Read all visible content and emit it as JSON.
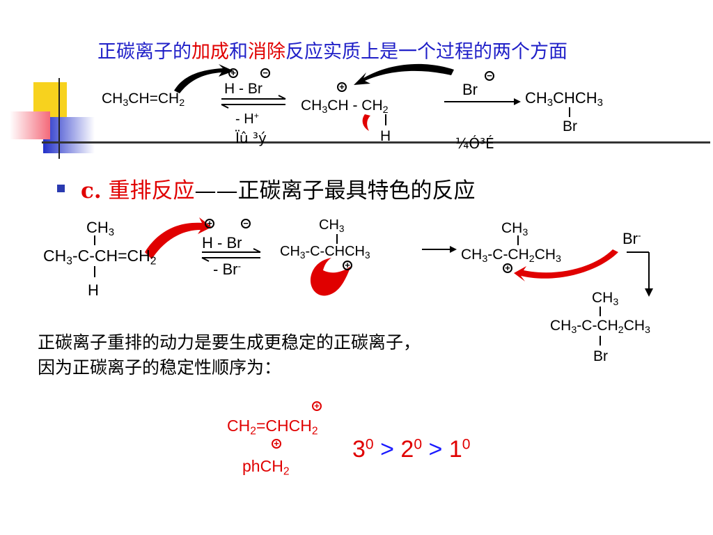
{
  "slide": {
    "title_part1": "正碳离子的",
    "title_add": "加成",
    "title_and": "和",
    "title_elim": "消除",
    "title_part2": "反应实质上是一个过程的两个方面",
    "heading_label": "c.",
    "heading_red": "重排反应",
    "heading_rest": "——正碳离子最具特色的反应",
    "para_line1": "正碳离子重排的动力是要生成更稳定的正碳离子，",
    "para_line2": "因为正碳离子的稳定性顺序为："
  },
  "reaction1": {
    "reactant": "CH3CH=CH2",
    "reagent_forward": "H - Br",
    "reagent_reverse": "- H+",
    "garbled_left": "Ïû ³ý",
    "intermediate": "CH3CH - CH2",
    "intermediate_h": "H",
    "nucleophile": "Br",
    "product": "CH3CHCH3",
    "product_br": "Br",
    "garbled_right": "¼Ó³É"
  },
  "reaction2": {
    "reactant_top": "CH3",
    "reactant": "CH3-C-CH=CH2",
    "reactant_h": "H",
    "reagent_forward": "H - Br",
    "reagent_reverse": "- Br-",
    "cation1_top": "CH3",
    "cation1": "CH3-C-CHCH3",
    "cation2_top": "CH3",
    "cation2": "CH3-C-CH2CH3",
    "nucleophile": "Br-",
    "product_top": "CH3",
    "product": "CH3-C-CH2CH3",
    "product_br": "Br"
  },
  "stability": {
    "allyl": "CH2=CHCH2",
    "benzyl": "phCH2",
    "order_3": "3",
    "order_2": "2",
    "order_1": "1",
    "sup": "0",
    "gt": ">"
  },
  "colors": {
    "title_blue": "#2020c8",
    "accent_red": "#e00000",
    "ordinal_blue": "#1a1aff",
    "deco_yellow": "#f7d21e",
    "deco_blue": "#2230c8",
    "deco_pink": "#f46a7a"
  }
}
